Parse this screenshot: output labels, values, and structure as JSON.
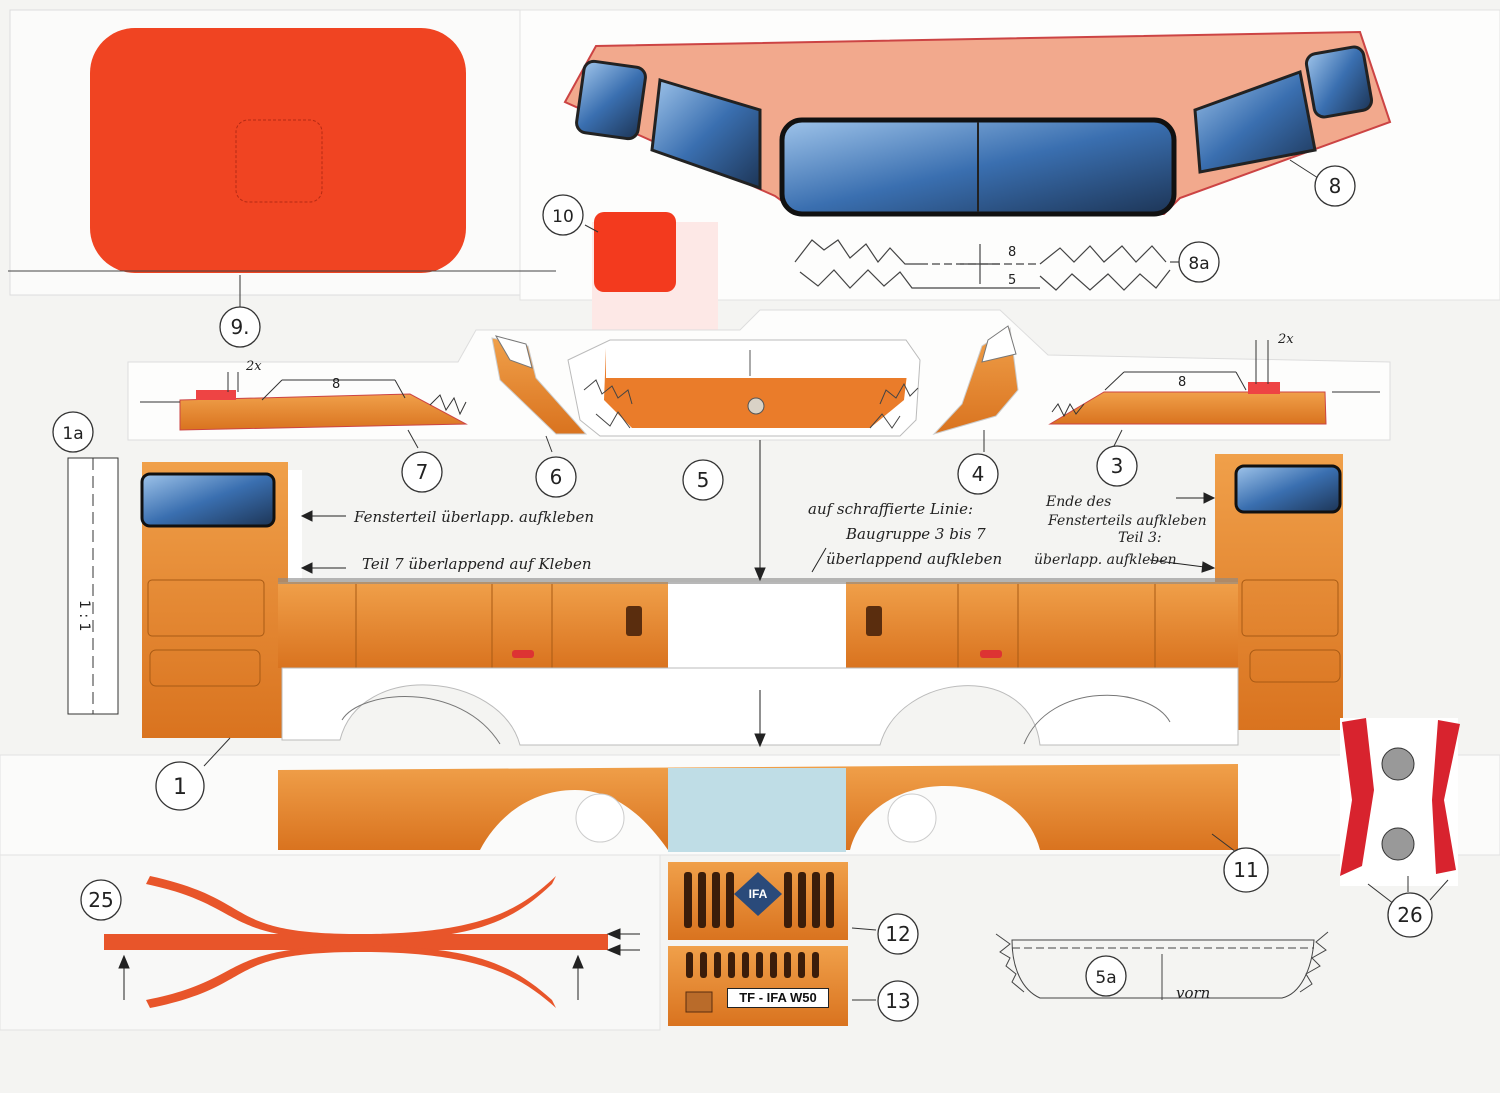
{
  "parts": {
    "p1": "1",
    "p1a": "1a",
    "p3": "3",
    "p4": "4",
    "p5": "5",
    "p5a": "5a",
    "p6": "6",
    "p7": "7",
    "p8": "8",
    "p8a": "8a",
    "p9": "9.",
    "p10": "10",
    "p11": "11",
    "p12": "12",
    "p13": "13",
    "p25": "25",
    "p26": "26"
  },
  "annotations": {
    "fensterteil": "Fensterteil überlapp. aufkleben",
    "teil7": "Teil 7 überlappend auf Kleben",
    "schraffiert_1": "auf schraffierte Linie:",
    "schraffiert_2": "Baugruppe 3 bis 7",
    "schraffiert_3": "überlappend aufkleben",
    "ende_1": "Ende des",
    "ende_2": "Fensterteils aufkleben",
    "ende_3": "Teil 3:",
    "ende_4": "überlapp. aufkleben",
    "vorn": "vorn",
    "twox_left": "2x",
    "twox_right": "2x",
    "dim8_left": "8",
    "dim8_right": "8",
    "dim8a_top": "8",
    "dim8a_bottom": "5",
    "ratio_1a": "1 : 1"
  },
  "grille": {
    "badge": "IFA",
    "plate": "TF - IFA W50"
  },
  "colors": {
    "orange": "#e8892e",
    "red": "#f04422",
    "window_blue": "#3a6fb0",
    "paper": "#f4f4f2"
  }
}
